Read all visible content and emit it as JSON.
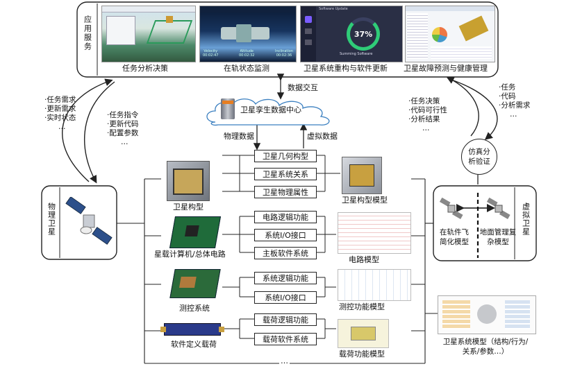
{
  "app_services": {
    "label": "应用服务",
    "items": [
      "任务分析决策",
      "在轨状态监测",
      "卫星系统重构与软件更新",
      "卫星故障预测与健康管理"
    ],
    "screenshot_texts": {
      "monitor_labels": [
        "Velocity",
        "Altitude",
        "Inclination"
      ],
      "monitor_values": [
        "00:02:47",
        "00:02:32",
        "00:02:36"
      ],
      "update_title": "Software Update",
      "update_percent": "37%",
      "update_status": "Summing Software"
    }
  },
  "data_exchange": "数据交互",
  "data_center": "卫星孪生数据中心",
  "physical_data": "物理数据",
  "virtual_data": "虚拟数据",
  "left_up": [
    "·任务需求",
    "·更新需求",
    "·实时状态",
    "…"
  ],
  "left_down": [
    "·任务指令",
    "·更新代码",
    "·配置参数",
    "…"
  ],
  "right_up": [
    "·任务决策",
    "·代码可行性",
    "·分析结果",
    "…"
  ],
  "right_down": [
    "·任务",
    "·代码",
    "·分析需求",
    "…"
  ],
  "physical_satellite": "物理卫星",
  "virtual_satellite": "虚拟卫星",
  "sim_verify": "仿真分析验证",
  "components": [
    {
      "name": "卫星构型",
      "functions": [
        "卫星几何构型",
        "卫星系统关系",
        "卫星物理属性"
      ],
      "model": "卫星构型模型"
    },
    {
      "name": "星载计算机/总体电路",
      "functions": [
        "电路逻辑功能",
        "系统I/O接口",
        "主板软件系统"
      ],
      "model": "电路模型"
    },
    {
      "name": "测控系统",
      "functions": [
        "系统逻辑功能",
        "系统I/O接口"
      ],
      "model": "测控功能模型"
    },
    {
      "name": "软件定义载荷",
      "functions": [
        "载荷逻辑功能",
        "载荷软件系统"
      ],
      "model": "载荷功能模型"
    }
  ],
  "ellipsis": "…",
  "onorbit_model": "在轨件飞简化模型",
  "ground_model": "地面管理复杂模型",
  "system_model": "卫星系统模型（结构/行为/关系/参数…）",
  "colors": {
    "line": "#222222",
    "accent_green": "#22a070",
    "sky": "#1a2a4a"
  }
}
